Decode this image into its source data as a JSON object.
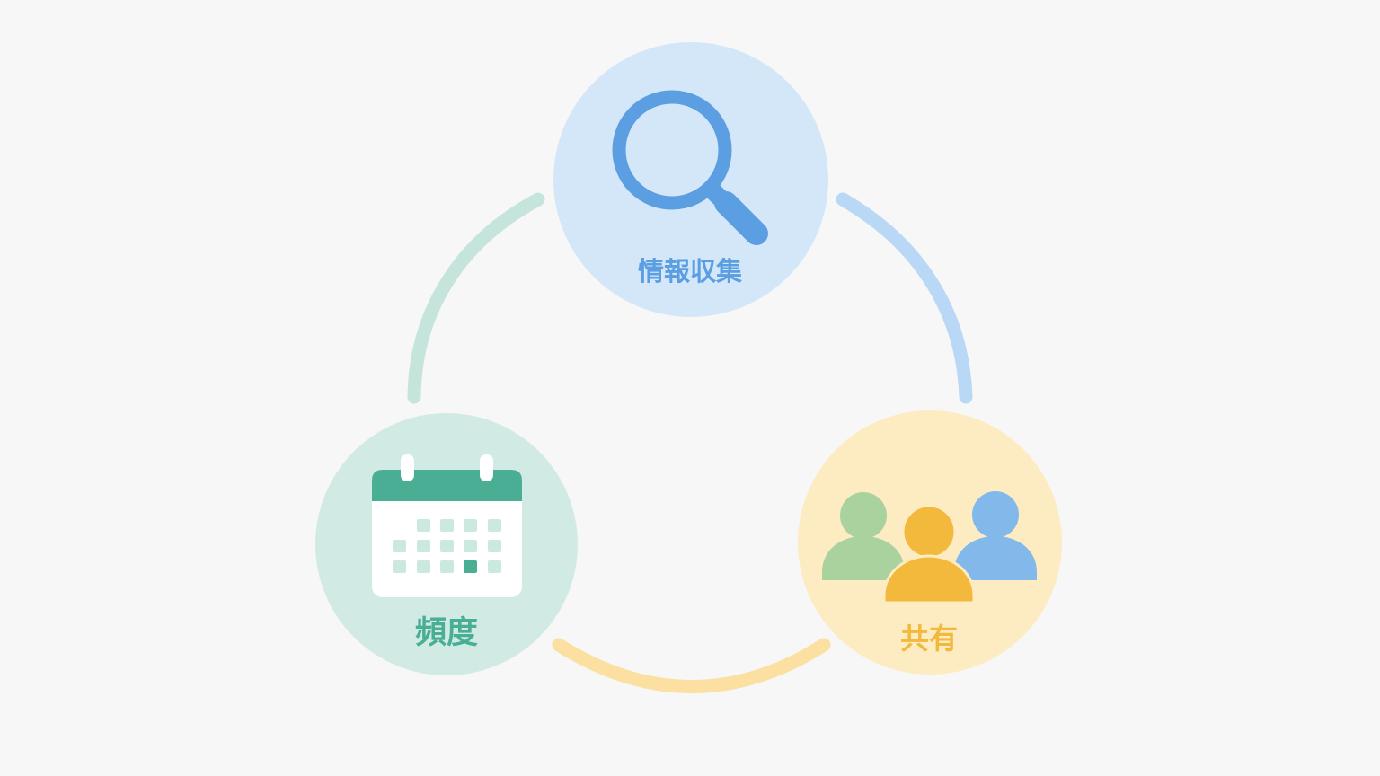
{
  "diagram": {
    "nodes": [
      {
        "id": "info",
        "label": "情報収集",
        "icon": "magnifying-glass-icon",
        "fill": "#d4e7f8",
        "accent": "#5b9fe2"
      },
      {
        "id": "frequency",
        "label": "頻度",
        "icon": "calendar-icon",
        "fill": "#d1ebe4",
        "accent": "#4aae95"
      },
      {
        "id": "share",
        "label": "共有",
        "icon": "people-group-icon",
        "fill": "#fdecc1",
        "accent": "#f2b93c"
      }
    ],
    "connectors": [
      {
        "from": "info",
        "to": "frequency",
        "color": "#c5e5dc"
      },
      {
        "from": "info",
        "to": "share",
        "color": "#b9d8f5"
      },
      {
        "from": "frequency",
        "to": "share",
        "color": "#fbe0a1"
      }
    ],
    "people_colors": [
      "#a9d29e",
      "#f2b93c",
      "#83b9ea"
    ]
  }
}
